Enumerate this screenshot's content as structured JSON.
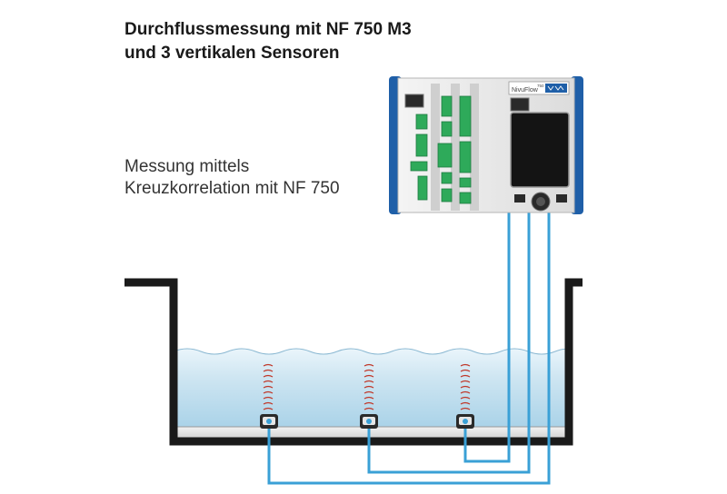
{
  "diagram": {
    "title_line1": "Durchflussmessung mit NF 750 M3",
    "title_line2": "und 3 vertikalen Sensoren",
    "caption_line1": "Messung mittels",
    "caption_line2": "Kreuzkorrelation mit NF 750",
    "device": {
      "brand_label": "NivuFlow",
      "model_label": "750"
    },
    "sensor_count": 3,
    "colors": {
      "water": "#cfe6f2",
      "cable": "#3aa0d6",
      "channel_wall": "#1a1a1a",
      "device_side": "#1f5fa8",
      "device_body": "#e6e6e6",
      "module_green": "#2eaa5a",
      "display": "#141414",
      "wave_signal": "#c0392b"
    }
  }
}
